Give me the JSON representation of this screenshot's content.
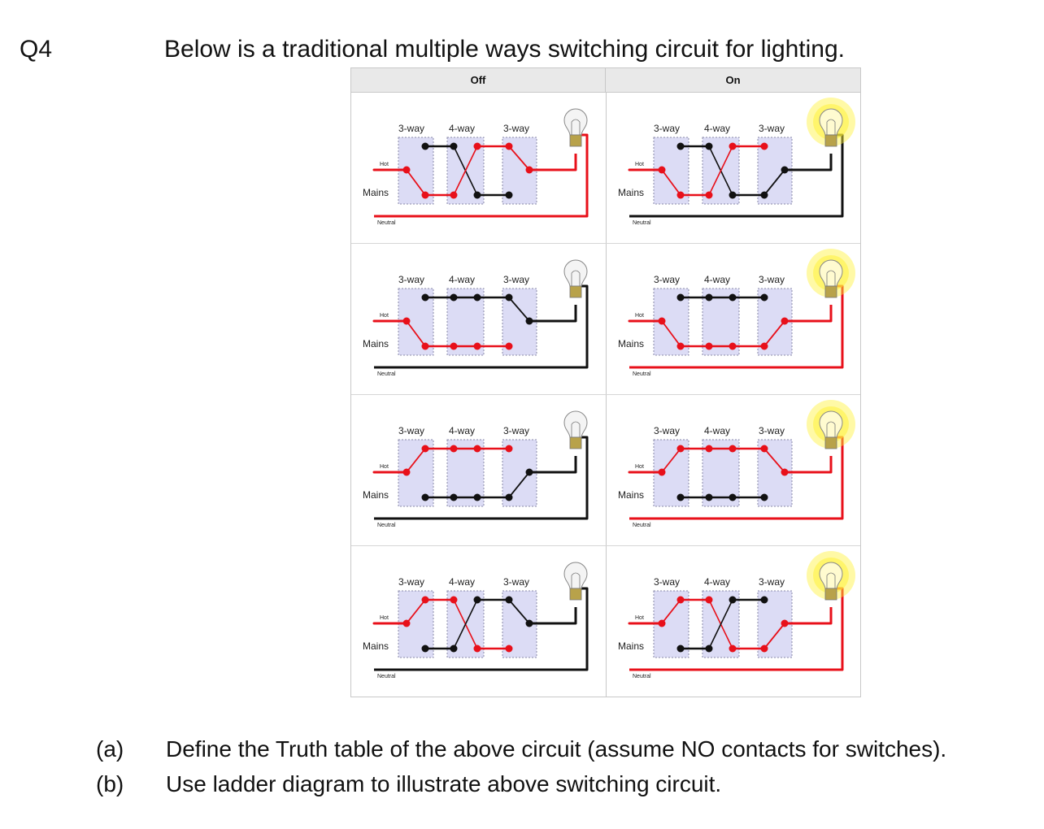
{
  "question": {
    "number": "Q4",
    "text": "Below is a traditional multiple ways switching circuit for lighting."
  },
  "figure": {
    "columns": [
      "Off",
      "On"
    ],
    "labels": {
      "three_way": "3-way",
      "four_way": "4-way",
      "hot": "Hot",
      "mains": "Mains",
      "neutral": "Neutral"
    },
    "states": [
      {
        "col": "off",
        "row": 0,
        "s1": "down",
        "s2": "cross",
        "s3": "up",
        "lit": false
      },
      {
        "col": "on",
        "row": 0,
        "s1": "down",
        "s2": "cross",
        "s3": "down",
        "lit": true
      },
      {
        "col": "off",
        "row": 1,
        "s1": "down",
        "s2": "straight",
        "s3": "up",
        "lit": false
      },
      {
        "col": "on",
        "row": 1,
        "s1": "down",
        "s2": "straight",
        "s3": "down",
        "lit": true
      },
      {
        "col": "off",
        "row": 2,
        "s1": "up",
        "s2": "straight",
        "s3": "down",
        "lit": false
      },
      {
        "col": "on",
        "row": 2,
        "s1": "up",
        "s2": "straight",
        "s3": "up",
        "lit": true
      },
      {
        "col": "off",
        "row": 3,
        "s1": "up",
        "s2": "cross",
        "s3": "up",
        "lit": false
      },
      {
        "col": "on",
        "row": 3,
        "s1": "up",
        "s2": "cross",
        "s3": "down",
        "lit": true
      }
    ],
    "colors": {
      "live": "#e8101a",
      "dead": "#111111",
      "box_fill": "#dcdcf5",
      "box_stroke": "#8a8aa8",
      "glow": "#fff23a"
    }
  },
  "parts": [
    {
      "label": "(a)",
      "text": "Define the Truth table of the above circuit (assume NO contacts for switches)."
    },
    {
      "label": "(b)",
      "text": "Use ladder diagram to illustrate above switching circuit."
    }
  ]
}
